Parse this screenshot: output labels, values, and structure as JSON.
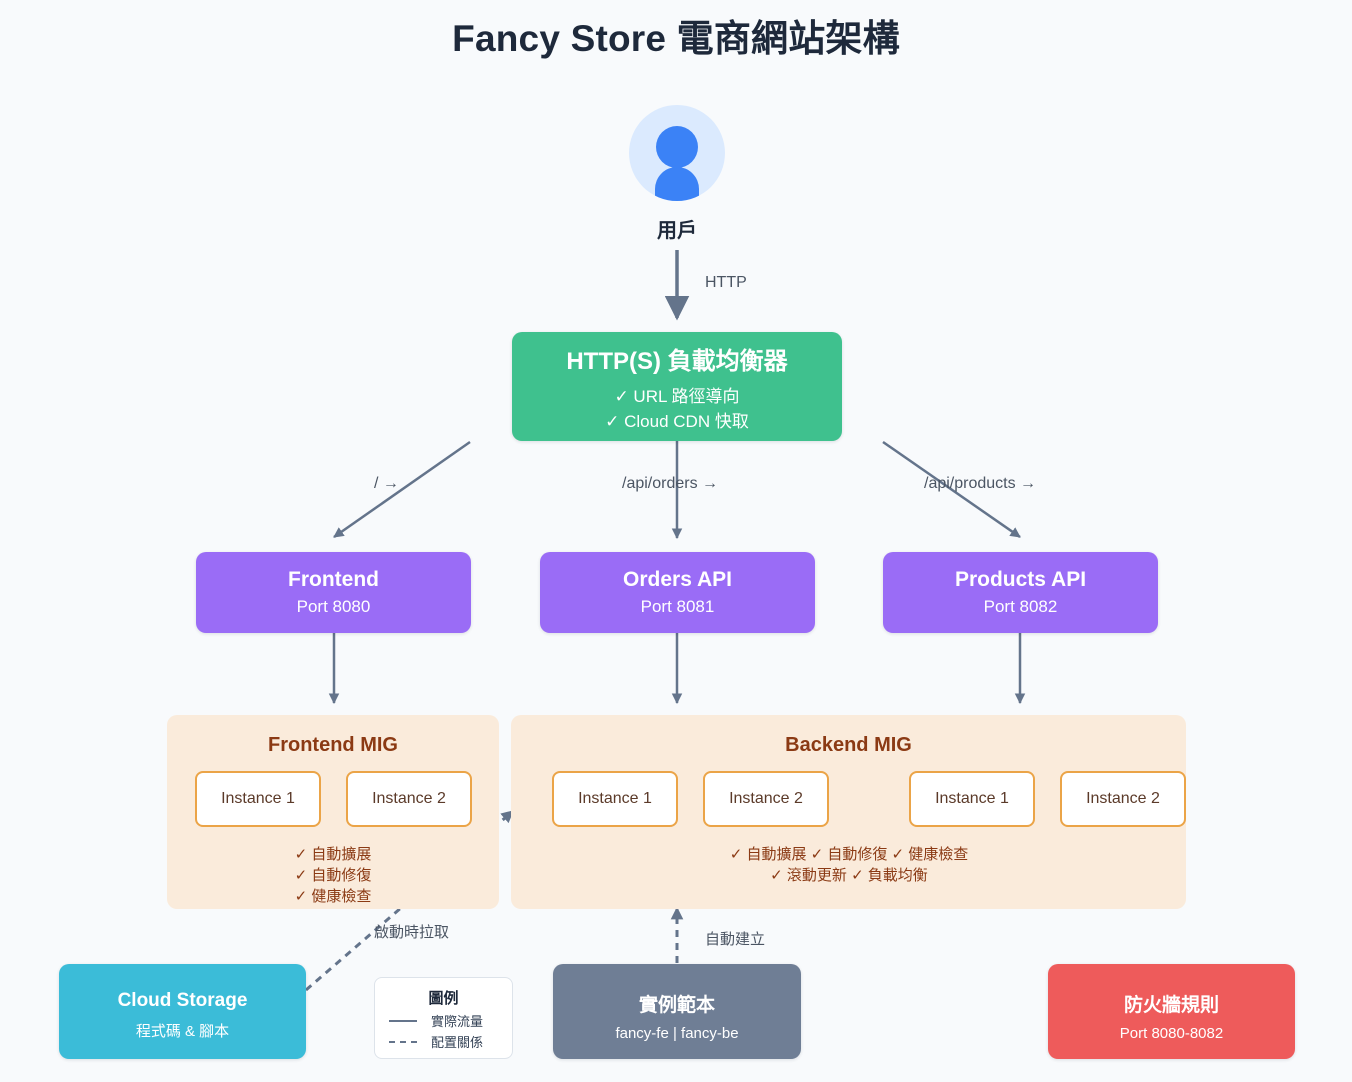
{
  "title": "Fancy Store 電商網站架構",
  "colors": {
    "background": "#f8fafc",
    "load_balancer": "#3fc18e",
    "service": "#9a6cf6",
    "mig_panel": "#faebdb",
    "instance_border": "#eba447",
    "storage": "#3bbcd8",
    "template": "#6f7e95",
    "firewall": "#ee5b5b",
    "arrow": "#64748b",
    "user_accent": "#3b82f6"
  },
  "user": {
    "icon": "user-icon",
    "label": "用戶"
  },
  "edges": {
    "http": "HTTP",
    "route_root": "/ →",
    "route_orders": "/api/orders →",
    "route_products": "/api/products →",
    "pull_on_boot": "啟動時拉取",
    "auto_create": "自動建立"
  },
  "load_balancer": {
    "title": "HTTP(S) 負載均衡器",
    "features": [
      "✓ URL 路徑導向",
      "✓ Cloud CDN 快取"
    ]
  },
  "services": [
    {
      "name": "Frontend",
      "port": "Port 8080"
    },
    {
      "name": "Orders API",
      "port": "Port 8081"
    },
    {
      "name": "Products API",
      "port": "Port 8082"
    }
  ],
  "frontend_mig": {
    "title": "Frontend MIG",
    "instances": [
      "Instance 1",
      "Instance 2"
    ],
    "features": [
      "✓ 自動擴展",
      "✓ 自動修復",
      "✓ 健康檢查"
    ]
  },
  "backend_mig": {
    "title": "Backend MIG",
    "instances": [
      "Instance 1",
      "Instance 2",
      "Instance 1",
      "Instance 2"
    ],
    "features": [
      "✓ 自動擴展 ✓ 自動修復 ✓ 健康檢查",
      "✓ 滾動更新 ✓ 負載均衡"
    ]
  },
  "cloud_storage": {
    "title": "Cloud Storage",
    "subtitle": "程式碼 & 腳本"
  },
  "instance_template": {
    "title": "實例範本",
    "subtitle": "fancy-fe | fancy-be"
  },
  "firewall": {
    "title": "防火牆規則",
    "subtitle": "Port 8080-8082"
  },
  "legend": {
    "title": "圖例",
    "items": [
      {
        "style": "solid",
        "label": "實際流量"
      },
      {
        "style": "dashed",
        "label": "配置關係"
      }
    ]
  }
}
